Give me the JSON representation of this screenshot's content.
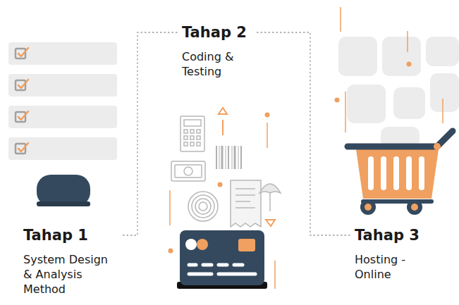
{
  "diagram": {
    "nodes": [
      {
        "text": [
          "Tahap 1",
          "System Design & Analysis Method"
        ]
      },
      {
        "text": [
          "Tahap 2",
          "Coding & Testing"
        ]
      },
      {
        "text": [
          "Tahap 3",
          "Hosting - Online"
        ]
      }
    ],
    "edges": [
      {
        "from": 0,
        "to": 1,
        "arrow": "none"
      },
      {
        "from": 1,
        "to": 2,
        "arrow": "none"
      }
    ]
  }
}
